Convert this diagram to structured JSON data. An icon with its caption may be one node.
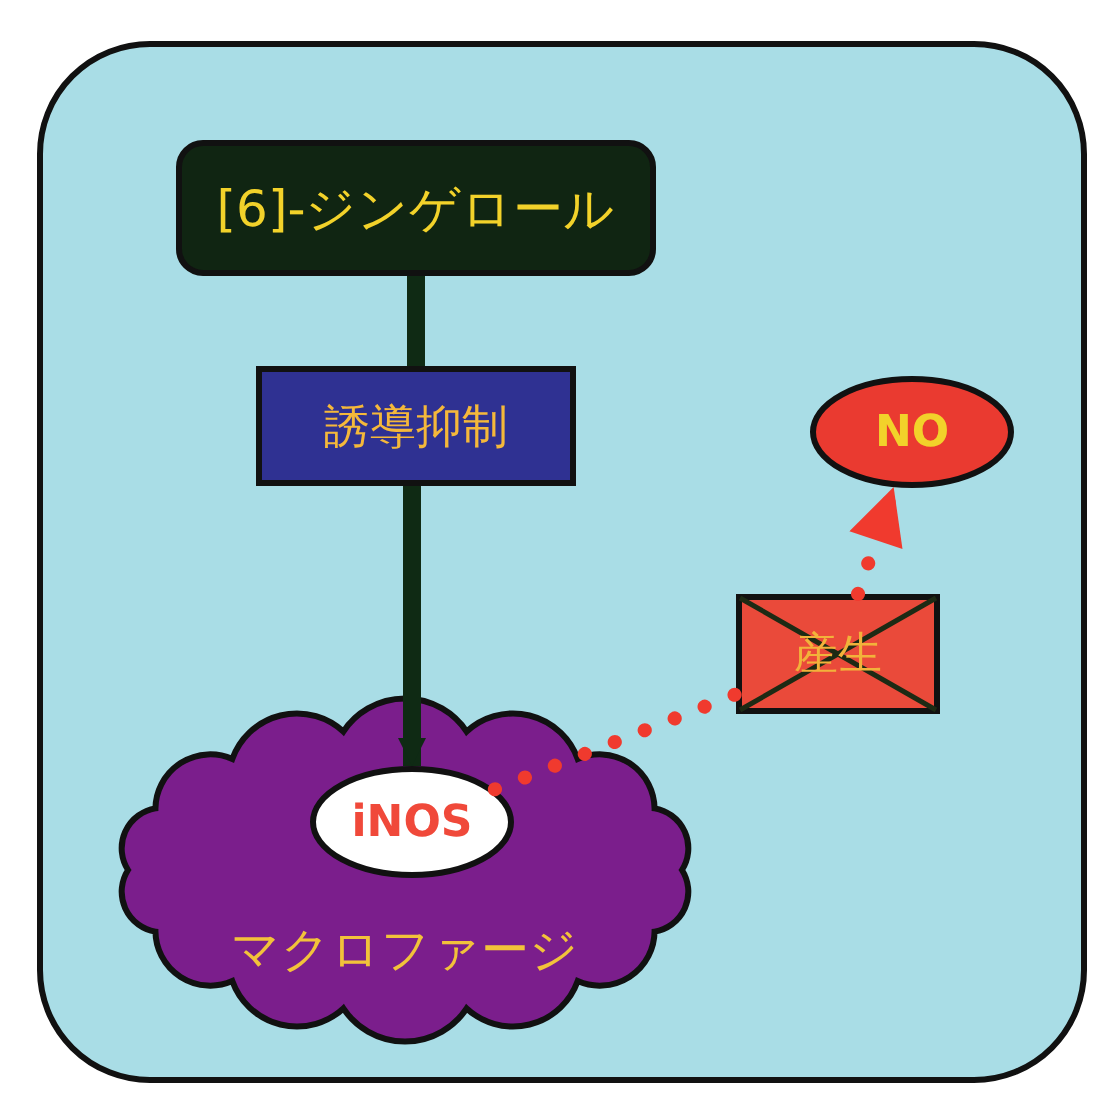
{
  "diagram": {
    "nodes": [
      {
        "text": [
          "[6]-ジンゲロール"
        ]
      },
      {
        "text": [
          "誘導抑制"
        ]
      },
      {
        "text": [
          "マクロファージ"
        ]
      },
      {
        "text": [
          "iNOS"
        ],
        "in": 2
      },
      {
        "text": [
          "産生"
        ]
      },
      {
        "text": [
          "NO"
        ]
      }
    ],
    "edges": [
      {
        "from": 0,
        "to": 1,
        "arrow": "none"
      },
      {
        "from": 1,
        "to": 3,
        "arrow": "to"
      },
      {
        "from": 3,
        "to": 4,
        "arrow": "none",
        "style": "dashed",
        "color": "#f03a2e"
      },
      {
        "from": 4,
        "to": 5,
        "arrow": "to",
        "style": "dashed",
        "color": "#f03a2e"
      }
    ]
  }
}
